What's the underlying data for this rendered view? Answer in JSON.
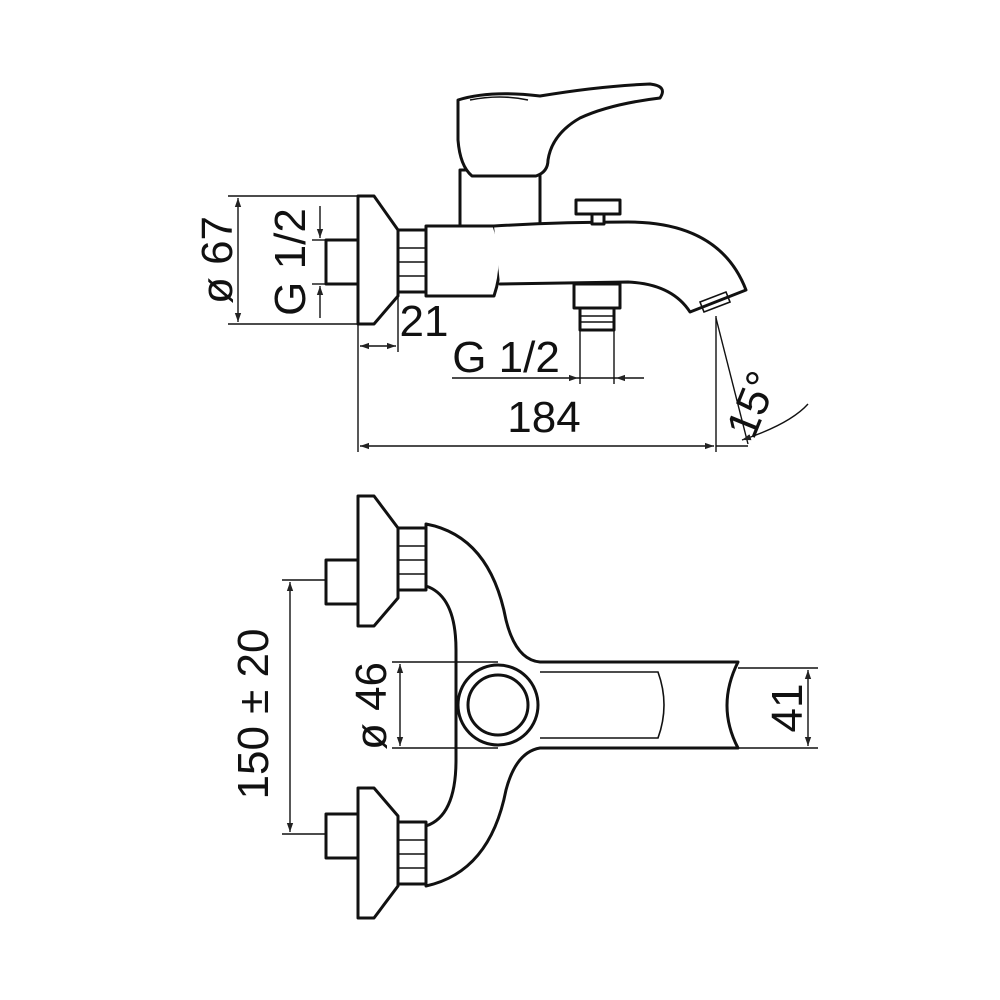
{
  "diagram": {
    "side_view": {
      "rosette_diameter": "ø 67",
      "inlet_thread": "G 1/2",
      "eccentric_depth": "21",
      "shower_outlet_thread": "G 1/2",
      "overall_projection": "184",
      "spout_angle": "15°"
    },
    "top_view": {
      "inlet_spacing": "150 ± 20",
      "diverter_diameter": "ø 46",
      "spout_width": "41"
    },
    "colors": {
      "line": "#111111",
      "background": "#ffffff"
    }
  }
}
